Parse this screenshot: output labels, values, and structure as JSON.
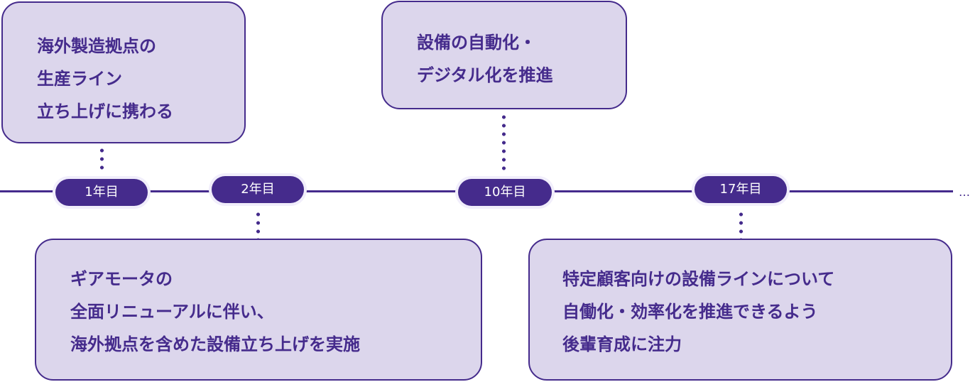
{
  "timeline": {
    "continuation": "…",
    "milestones": [
      {
        "label": "1年目"
      },
      {
        "label": "2年目"
      },
      {
        "label": "10年目"
      },
      {
        "label": "17年目"
      }
    ],
    "events": [
      {
        "milestone": "1年目",
        "position": "above",
        "lines": [
          "海外製造拠点の",
          "生産ライン",
          "立ち上げに携わる"
        ]
      },
      {
        "milestone": "2年目",
        "position": "below",
        "lines": [
          "ギアモータの",
          "全面リニューアルに伴い、",
          "海外拠点を含めた設備立ち上げを実施"
        ]
      },
      {
        "milestone": "10年目",
        "position": "above",
        "lines": [
          "設備の自動化・",
          "デジタル化を推進"
        ]
      },
      {
        "milestone": "17年目",
        "position": "below",
        "lines": [
          "特定顧客向けの設備ラインについて",
          "自働化・効率化を推進できるよう",
          "後輩育成に注力"
        ]
      }
    ]
  },
  "colors": {
    "accent": "#452b8c",
    "card_fill": "#dcd6ec",
    "badge_text": "#ffffff"
  }
}
